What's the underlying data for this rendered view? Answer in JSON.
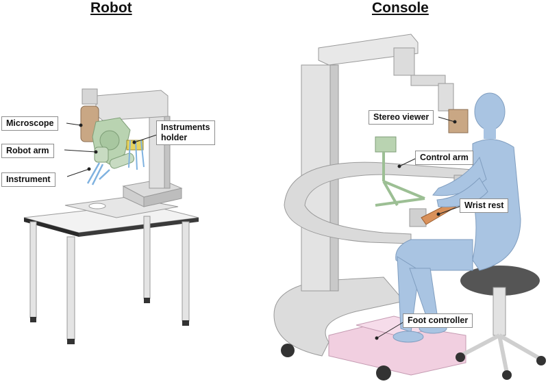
{
  "titles": {
    "robot": "Robot",
    "console": "Console"
  },
  "labels": {
    "microscope": "Microscope",
    "robot_arm": "Robot arm",
    "instrument": "Instrument",
    "instruments_holder_line1": "Instruments",
    "instruments_holder_line2": "holder",
    "stereo_viewer": "Stereo viewer",
    "control_arm": "Control arm",
    "wrist_rest": "Wrist rest",
    "foot_controller": "Foot controller"
  },
  "colors": {
    "machine_gray": "#d9d9d9",
    "machine_edge": "#9a9a9a",
    "robot_arm_green": "#b9d3b1",
    "microscope_tan": "#c9a784",
    "instrument_blue": "#7fb2e0",
    "human_blue": "#a9c4e2",
    "wrist_rest_orange": "#d9915a",
    "foot_controller_pink": "#f1cfe0",
    "seat_dark": "#555555",
    "table_dark": "#2a2a2a"
  }
}
